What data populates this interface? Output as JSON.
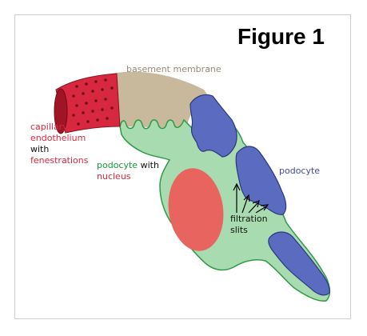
{
  "title": "Figure 1",
  "labels": {
    "basement_membrane": "basement membrane",
    "capillary_line1": "capillary",
    "capillary_line2": "endothelium",
    "capillary_line3": "with",
    "capillary_line4": "fenestrations",
    "podocyte_word": "podocyte",
    "podocyte_with": " with",
    "podocyte_nucleus": "nucleus",
    "podocyte_right": "podocyte",
    "filtration_line1": "filtration",
    "filtration_line2": "slits"
  },
  "colors": {
    "capillary": "#d8283f",
    "capillary_dark": "#8c1020",
    "basement": "#c8b89c",
    "podocyte_body": "#a8dcb0",
    "podocyte_outline": "#2f9a45",
    "podocyte_foot": "#5b6cc0",
    "podocyte_foot_outline": "#2a3680",
    "nucleus": "#e8655f"
  }
}
